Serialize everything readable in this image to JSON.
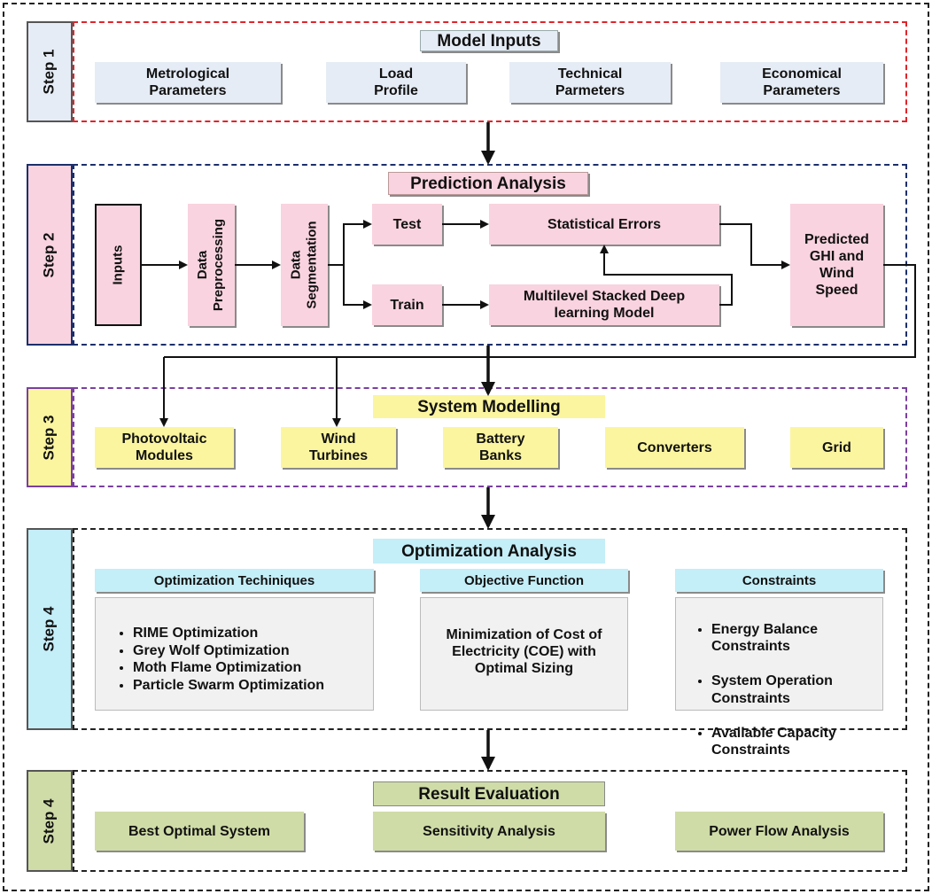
{
  "step1": {
    "tab": "Step 1",
    "title": "Model Inputs",
    "items": [
      "Metrological\nParameters",
      "Load\nProfile",
      "Technical\nParmeters",
      "Economical\nParameters"
    ]
  },
  "step2": {
    "tab": "Step 2",
    "title": "Prediction Analysis",
    "inputs": "Inputs",
    "preprocessing": "Data\nPreprocessing",
    "segmentation": "Data\nSegmentation",
    "test": "Test",
    "train": "Train",
    "stat_errors": "Statistical Errors",
    "model": "Multilevel Stacked Deep\nlearning Model",
    "predicted": "Predicted\nGHI and\nWind\nSpeed"
  },
  "step3": {
    "tab": "Step 3",
    "title": "System Modelling",
    "items": [
      "Photovoltaic\nModules",
      "Wind\nTurbines",
      "Battery\nBanks",
      "Converters",
      "Grid"
    ]
  },
  "step4": {
    "tab": "Step 4",
    "title": "Optimization Analysis",
    "techniques_header": "Optimization Techiniques",
    "techniques": [
      "RIME Optimization",
      "Grey Wolf Optimization",
      "Moth Flame Optimization",
      "Particle Swarm Optimization"
    ],
    "objective_header": "Objective Function",
    "objective_text": "Minimization of Cost of\nElectricity (COE) with\nOptimal Sizing",
    "constraints_header": "Constraints",
    "constraints": [
      "Energy Balance\nConstraints",
      "System Operation\nConstraints",
      "Available Capacity\nConstraints"
    ]
  },
  "step5": {
    "tab": "Step 4",
    "title": "Result Evaluation",
    "items": [
      "Best Optimal System",
      "Sensitivity Analysis",
      "Power Flow Analysis"
    ]
  }
}
